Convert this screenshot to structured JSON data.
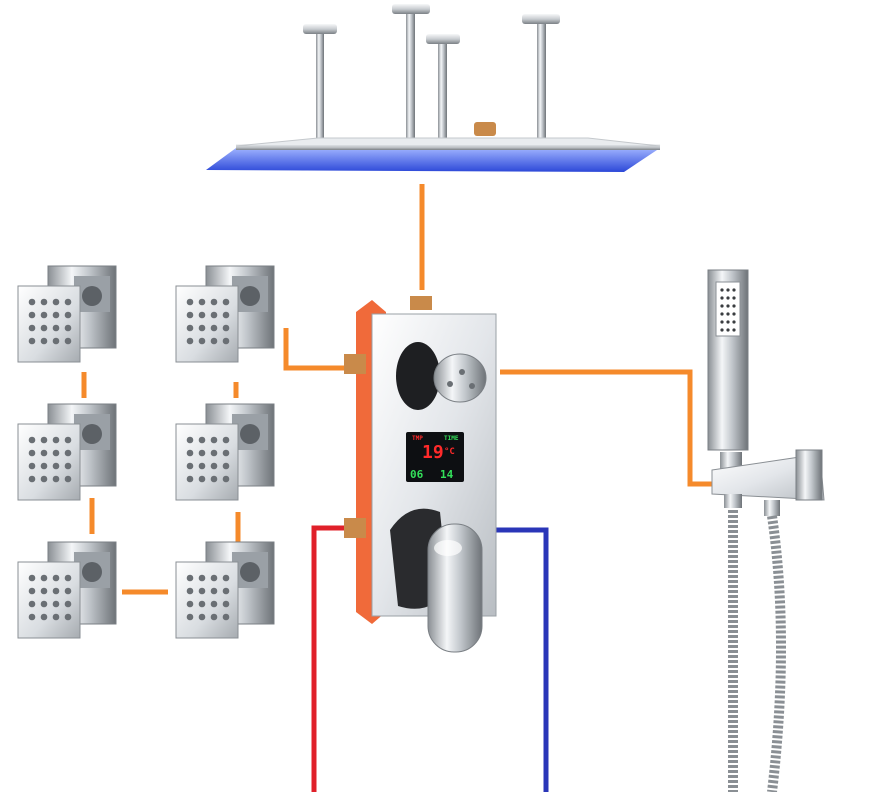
{
  "display": {
    "temperature": "19",
    "unit": "°C",
    "time_hours": "06",
    "time_minutes": "14",
    "header_left": "TMP",
    "header_right": "TIME"
  },
  "colors": {
    "pipe_connection": "#f58a2b",
    "hot_water": "#e0202a",
    "cold_water": "#2a36b8",
    "led_glow": "#4a6cf0",
    "valve_body": "#f06a3a",
    "display_red": "#ff2a2a",
    "display_green": "#33e05a"
  },
  "components": {
    "rain_head": "rain-shower-head",
    "body_jets": [
      "body-jet-1",
      "body-jet-2",
      "body-jet-3",
      "body-jet-4",
      "body-jet-5",
      "body-jet-6"
    ],
    "mixer": "thermostatic-mixer-valve",
    "hand_shower": "hand-shower"
  }
}
